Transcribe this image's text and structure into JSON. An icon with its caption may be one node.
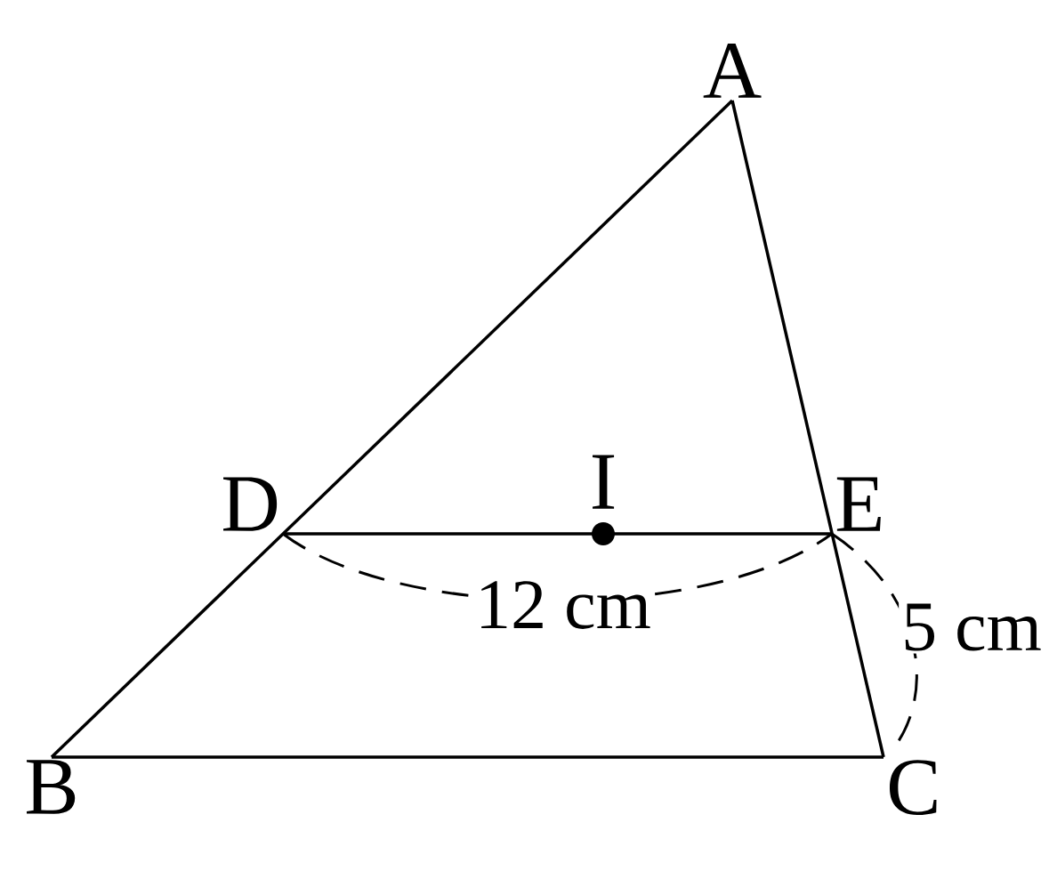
{
  "diagram": {
    "nodes": [
      {
        "text": [
          "A"
        ]
      },
      {
        "text": [
          "B"
        ]
      },
      {
        "text": [
          "C"
        ]
      },
      {
        "text": [
          "D"
        ]
      },
      {
        "text": [
          "E"
        ]
      },
      {
        "text": [
          "I"
        ]
      }
    ],
    "edges": [
      {
        "from": 0,
        "to": 1,
        "arrow": "none"
      },
      {
        "from": 0,
        "to": 2,
        "arrow": "none"
      },
      {
        "from": 1,
        "to": 2,
        "arrow": "none"
      },
      {
        "from": 3,
        "to": 4,
        "arrow": "none"
      }
    ],
    "labels": [
      "12 cm",
      "5 cm"
    ]
  }
}
